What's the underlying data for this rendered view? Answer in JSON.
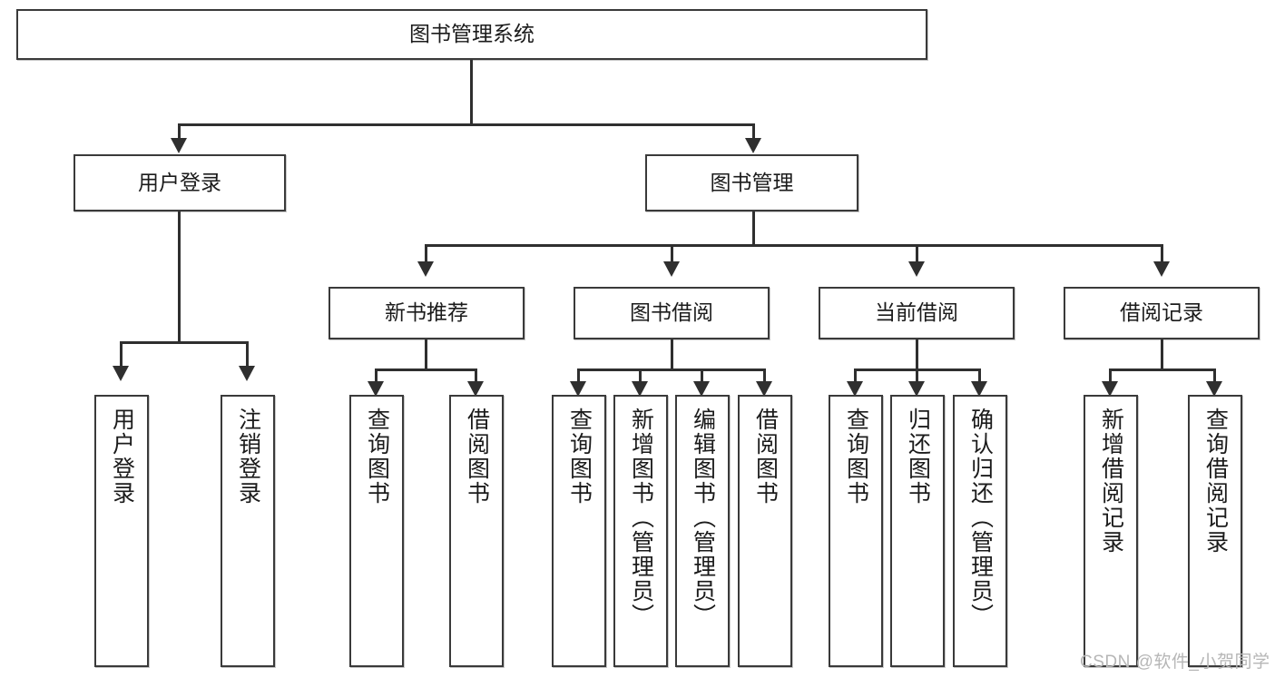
{
  "diagram": {
    "title": "图书管理系统",
    "type": "tree-hierarchy-chart",
    "root": {
      "label": "图书管理系统"
    },
    "level2": [
      {
        "label": "用户登录"
      },
      {
        "label": "图书管理"
      }
    ],
    "level3": [
      {
        "label": "新书推荐"
      },
      {
        "label": "图书借阅"
      },
      {
        "label": "当前借阅"
      },
      {
        "label": "借阅记录"
      }
    ],
    "leaves": {
      "user_login": [
        {
          "label": "用户登录"
        },
        {
          "label": "注销登录"
        }
      ],
      "new_book_recommend": [
        {
          "label": "查询图书"
        },
        {
          "label": "借阅图书"
        }
      ],
      "book_borrow": [
        {
          "label": "查询图书"
        },
        {
          "label": "新增图书（管理员）"
        },
        {
          "label": "编辑图书（管理员）"
        },
        {
          "label": "借阅图书"
        }
      ],
      "current_borrow": [
        {
          "label": "查询图书"
        },
        {
          "label": "归还图书"
        },
        {
          "label": "确认归还（管理员）"
        }
      ],
      "borrow_record": [
        {
          "label": "新增借阅记录"
        },
        {
          "label": "查询借阅记录"
        }
      ]
    }
  },
  "watermark": {
    "text": "CSDN @软件_小贺同学"
  },
  "colors": {
    "box_border": "#3a3a3a",
    "connector": "#2f2f2f",
    "text": "#1b1b1b",
    "background": "#ffffff",
    "watermark": "#b6b6b6"
  }
}
